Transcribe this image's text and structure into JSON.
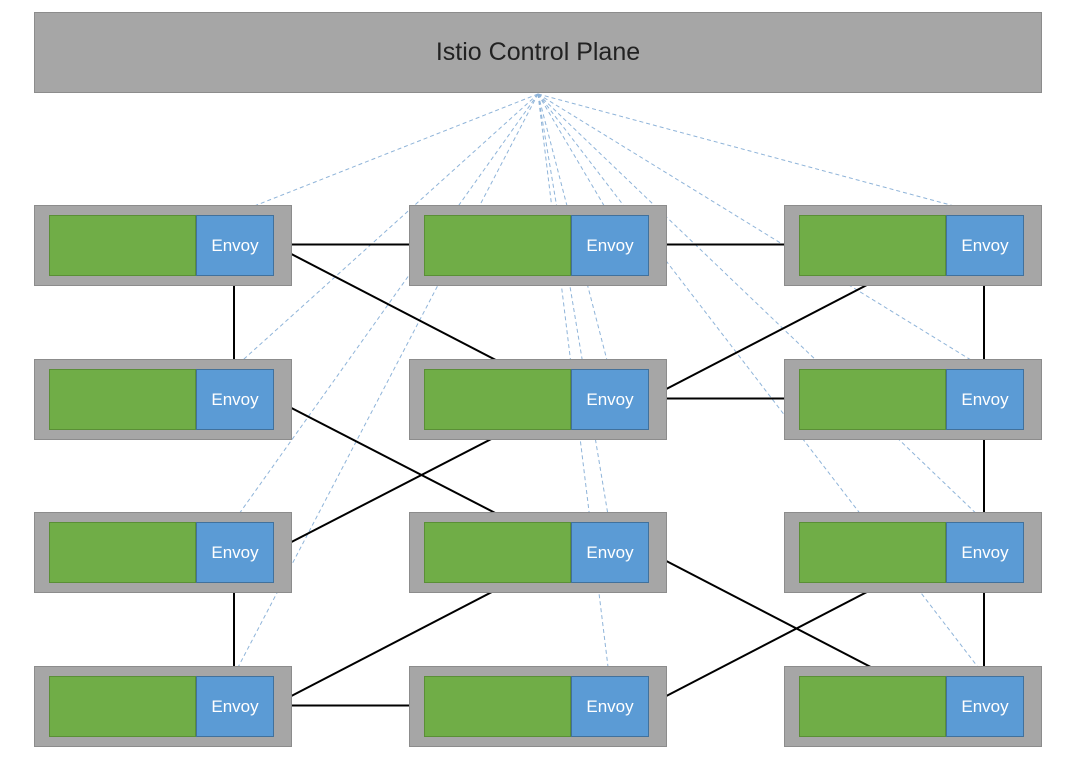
{
  "control_plane": {
    "label": "Istio Control Plane"
  },
  "envoy_label": "Envoy",
  "colors": {
    "control_plane_fill": "#a6a6a6",
    "pod_fill": "#a6a6a6",
    "app_fill": "#70ad47",
    "envoy_fill": "#5b9bd5",
    "mesh_link": "#000000",
    "control_link": "#8fb4d9"
  },
  "grid": {
    "columns": 3,
    "rows": 4
  },
  "mesh_links": [
    [
      "r1c1",
      "r1c2"
    ],
    [
      "r1c2",
      "r1c3"
    ],
    [
      "r1c1",
      "r2c2"
    ],
    [
      "r1c3",
      "r2c2"
    ],
    [
      "r1c1",
      "r2c1"
    ],
    [
      "r1c3",
      "r2c3"
    ],
    [
      "r2c2",
      "r2c3"
    ],
    [
      "r2c2",
      "r3c1"
    ],
    [
      "r2c1",
      "r3c2"
    ],
    [
      "r2c3",
      "r3c3"
    ],
    [
      "r3c1",
      "r4c1"
    ],
    [
      "r3c2",
      "r4c1"
    ],
    [
      "r3c2",
      "r4c3"
    ],
    [
      "r3c3",
      "r4c2"
    ],
    [
      "r3c3",
      "r4c3"
    ],
    [
      "r4c1",
      "r4c2"
    ]
  ],
  "control_links": [
    "r1c1",
    "r1c2",
    "r1c3",
    "r2c1",
    "r2c2",
    "r2c3",
    "r3c1",
    "r3c2",
    "r3c3",
    "r4c1",
    "r4c2",
    "r4c3"
  ]
}
